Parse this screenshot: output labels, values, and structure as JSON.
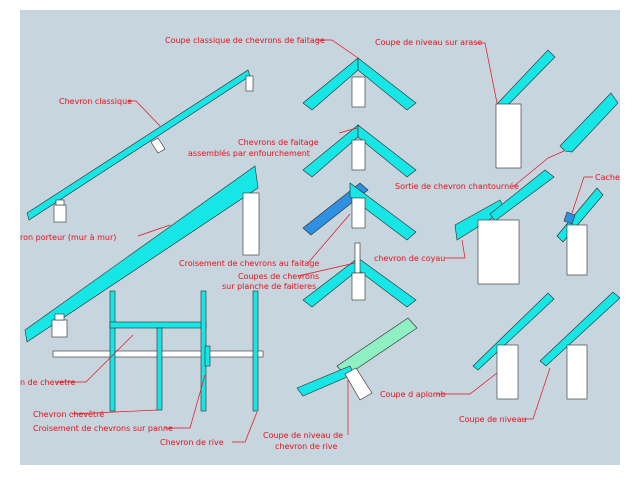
{
  "colors": {
    "background": "#c6d5de",
    "rafter": "#16e6e6",
    "rafter_dark": "#2f8fe0",
    "rafter_green": "#8ff0c4",
    "wall": "#ffffff",
    "label": "#e8111b",
    "outline": "#2a2a2a"
  },
  "labels": {
    "chevron_classique": "Chevron classique",
    "chevron_porteur": "ron porteur (mur à mur)",
    "chevron_de_chevetre": "n de chevetre",
    "chevron_chevetre": "Chevron chevêtré",
    "croisement_sur_panne": "Croisement de chevrons sur panne",
    "chevron_de_rive": "Chevron de rive",
    "coupe_classique_line1": "Coupe classique de chevrons de faitage",
    "chevrons_faitage_line1": "Chevrons de faitage",
    "chevrons_faitage_line2": "assemblés par enfourchement",
    "croisement_au_faitage": "Croisement de chevrons au faitage",
    "coupes_planche_line1": "Coupes de chevrons",
    "coupes_planche_line2": "sur planche de faitieres",
    "coupe_niveau_rive_line1": "Coupe de niveau de",
    "coupe_niveau_rive_line2": "chevron de rive",
    "coupe_niveau_arase": "Coupe de niveau sur arase",
    "sortie_chantournee": "Sortie de chevron chantournée",
    "chevron_de_coyau": "chevron de coyau",
    "cache": "Cache",
    "coupe_aplomb": "Coupe d aplomb",
    "coupe_de_niveau": "Coupe de niveau"
  }
}
